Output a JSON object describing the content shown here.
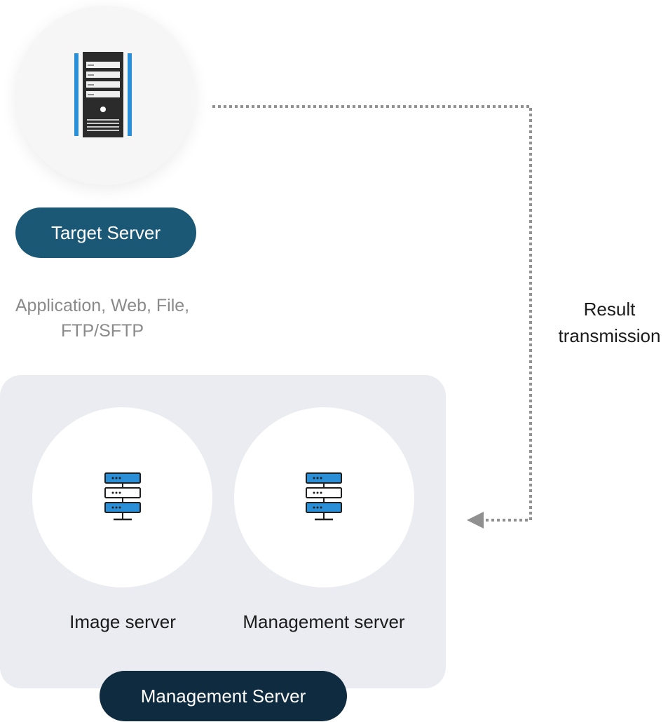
{
  "target": {
    "icon": "tower-server-icon",
    "label": "Target Server",
    "description_line1": "Application, Web, File,",
    "description_line2": "FTP/SFTP"
  },
  "management": {
    "label": "Management Server",
    "image_server": {
      "icon": "server-rack-icon",
      "label": "Image server"
    },
    "management_server": {
      "icon": "server-rack-icon",
      "label": "Management server"
    }
  },
  "result": {
    "line1": "Result",
    "line2": "transmission"
  },
  "colors": {
    "target_pill": "#1a5876",
    "management_pill": "#0f2b3f",
    "accent_blue": "#2a8fd6",
    "dark": "#2b2b2b",
    "arrow": "#909090",
    "panel": "#ebecf1"
  }
}
